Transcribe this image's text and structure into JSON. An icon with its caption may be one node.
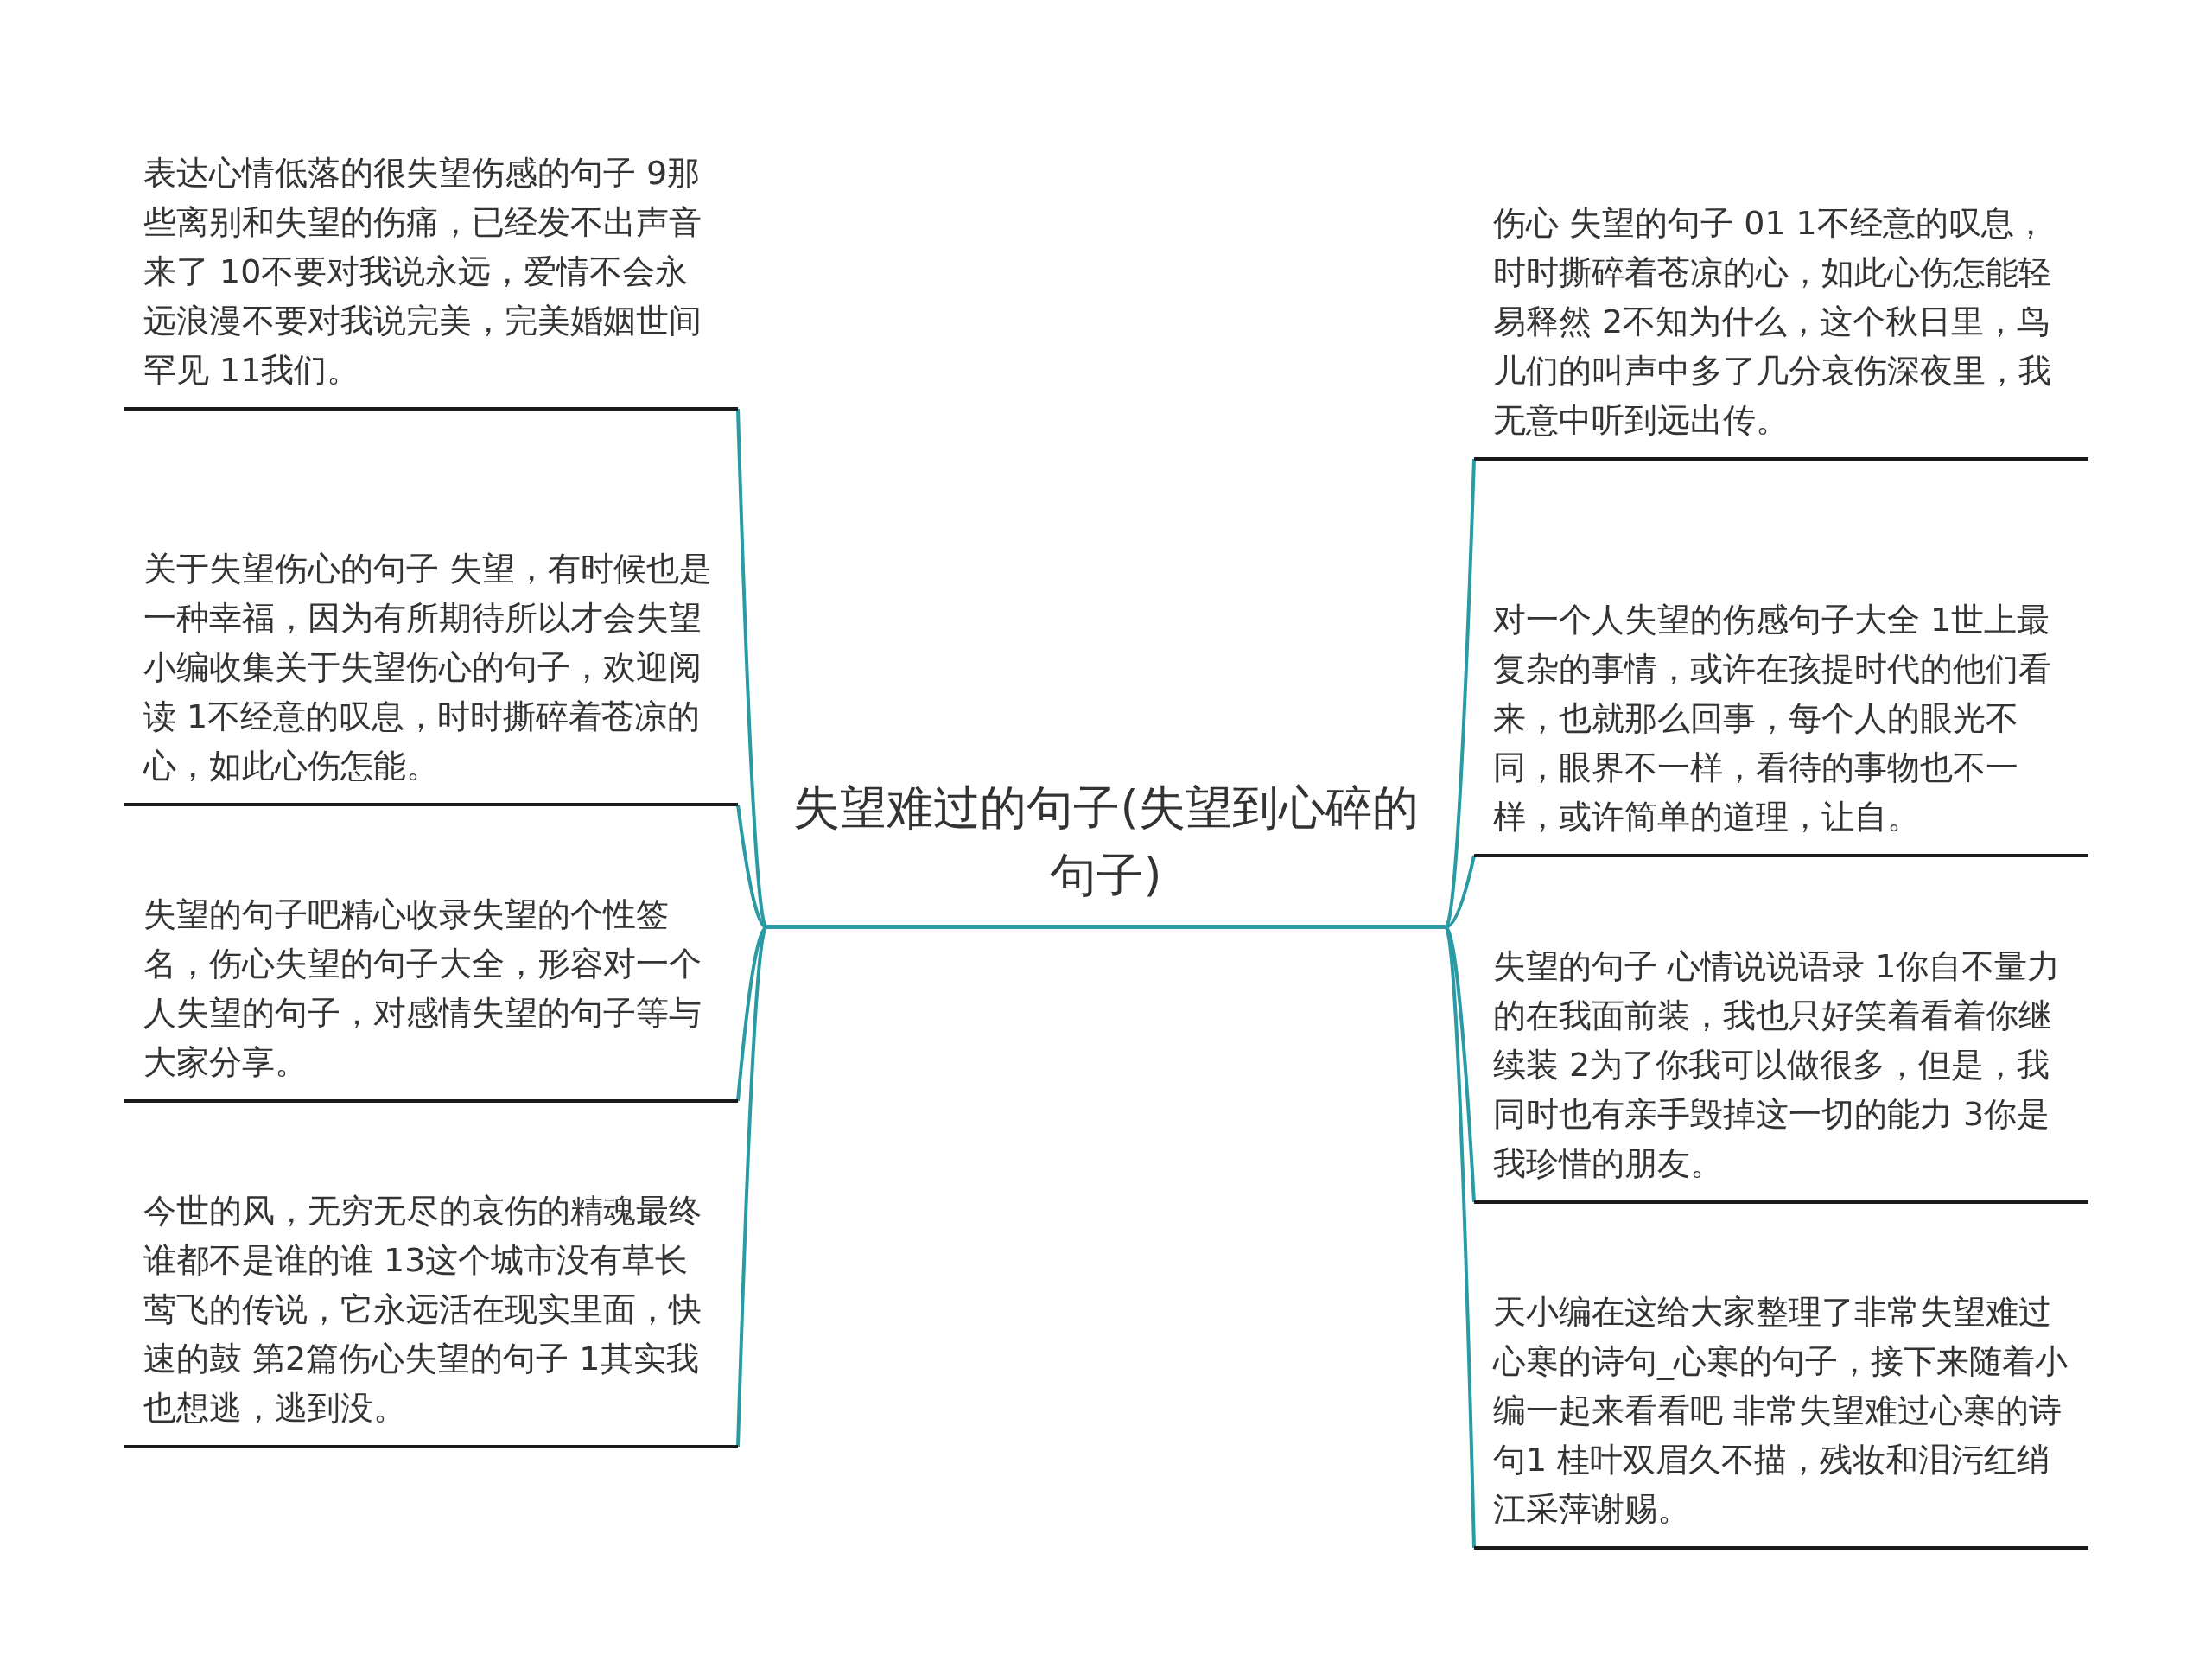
{
  "diagram": {
    "nodes": [
      {
        "text": [
          "失望难过的句子(失望到心碎的句子)"
        ]
      },
      {
        "text": [
          "表达心情低落的很失望伤感的句子 9那些离别和失望的伤痛，已经发不出声音来了 10不要对我说永远，爱情不会永远浪漫不要对我说完美，完美婚姻世间罕见 11我们。"
        ]
      },
      {
        "text": [
          "关于失望伤心的句子 失望，有时候也是一种幸福，因为有所期待所以才会失望小编收集关于失望伤心的句子，欢迎阅读 1不经意的叹息，时时撕碎着苍凉的心，如此心伤怎能。"
        ]
      },
      {
        "text": [
          "失望的句子吧精心收录失望的个性签名，伤心失望的句子大全，形容对一个人失望的句子，对感情失望的句子等与大家分享。"
        ]
      },
      {
        "text": [
          "今世的风，无穷无尽的哀伤的精魂最终谁都不是谁的谁 13这个城市没有草长莺飞的传说，它永远活在现实里面，快速的鼓 第2篇伤心失望的句子 1其实我也想逃，逃到没。"
        ]
      },
      {
        "text": [
          "伤心 失望的句子 01 1不经意的叹息，时时撕碎着苍凉的心，如此心伤怎能轻易释然 2不知为什么，这个秋日里，鸟儿们的叫声中多了几分哀伤深夜里，我无意中听到远出传。"
        ]
      },
      {
        "text": [
          "对一个人失望的伤感句子大全 1世上最复杂的事情，或许在孩提时代的他们看来，也就那么回事，每个人的眼光不同，眼界不一样，看待的事物也不一样，或许简单的道理，让自。"
        ]
      },
      {
        "text": [
          "失望的句子 心情说说语录 1你自不量力的在我面前装，我也只好笑着看着你继续装 2为了你我可以做很多，但是，我同时也有亲手毁掉这一切的能力 3你是我珍惜的朋友。"
        ]
      },
      {
        "text": [
          "天小编在这给大家整理了非常失望难过心寒的诗句_心寒的句子，接下来随着小编一起来看看吧 非常失望难过心寒的诗句1 桂叶双眉久不描，残妆和泪污红绡江采萍谢赐。"
        ]
      }
    ],
    "edges": [
      {
        "from": 0,
        "to": 1,
        "arrow": "none"
      },
      {
        "from": 0,
        "to": 2,
        "arrow": "none"
      },
      {
        "from": 0,
        "to": 3,
        "arrow": "none"
      },
      {
        "from": 0,
        "to": 4,
        "arrow": "none"
      },
      {
        "from": 0,
        "to": 5,
        "arrow": "none"
      },
      {
        "from": 0,
        "to": 6,
        "arrow": "none"
      },
      {
        "from": 0,
        "to": 7,
        "arrow": "none"
      },
      {
        "from": 0,
        "to": 8,
        "arrow": "none"
      }
    ]
  }
}
